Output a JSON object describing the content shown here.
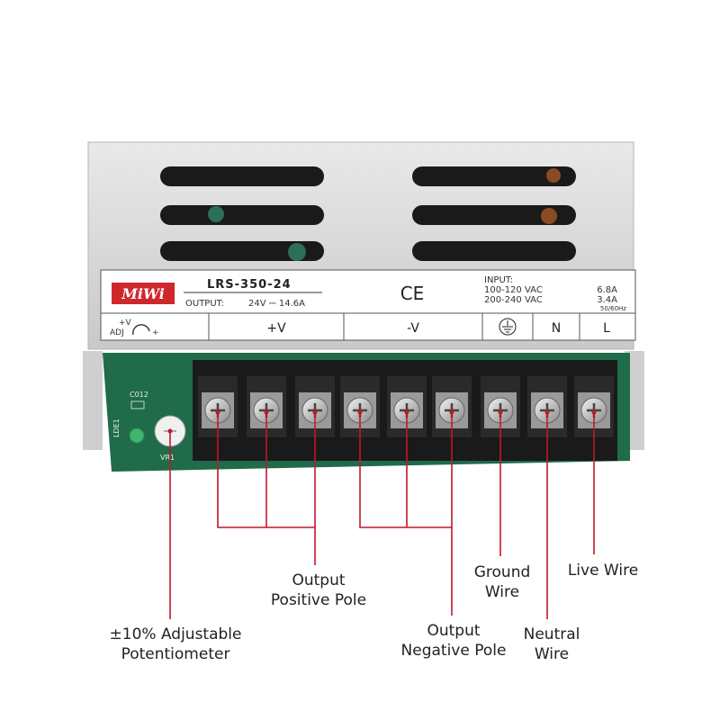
{
  "label_panel": {
    "brand_logo": "MiWi",
    "model": "LRS-350-24",
    "output_prefix": "OUTPUT:",
    "output_value": "24V ⎓ 14.6A",
    "ce_mark": "CE",
    "input_title": "INPUT:",
    "input_line1_v": "100-120 VAC",
    "input_line1_a": "6.8A",
    "input_line2_v": "200-240 VAC",
    "input_line2_a": "3.4A",
    "input_freq": "50/60Hz",
    "adj_top": "+V",
    "adj_bottom": "ADJ",
    "adj_plus": "+",
    "terminal_plus_v": "+V",
    "terminal_minus_v": "-V",
    "terminal_n": "N",
    "terminal_l": "L"
  },
  "pcb": {
    "cap_label": "C012",
    "led_label": "LDE1",
    "pot_label": "VR1"
  },
  "callouts": {
    "potentiometer": [
      "±10% Adjustable",
      "Potentiometer"
    ],
    "positive": [
      "Output",
      "Positive Pole"
    ],
    "negative": [
      "Output",
      "Negative Pole"
    ],
    "ground": [
      "Ground",
      "Wire"
    ],
    "neutral": [
      "Neutral",
      "Wire"
    ],
    "live": [
      "Live Wire"
    ]
  },
  "colors": {
    "leader": "#c0182a",
    "metal": "#d6d6d6",
    "pcb": "#1f6b4a",
    "terminal_block": "#1a1a1a"
  }
}
